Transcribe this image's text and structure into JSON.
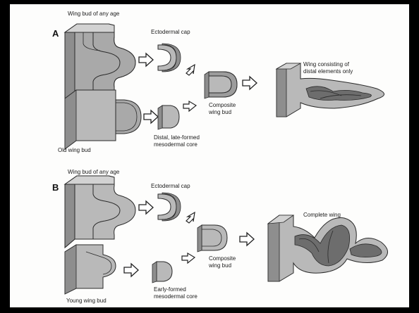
{
  "colors": {
    "tissue": "#b9b9b9",
    "tissue_dark": "#8e8e8e",
    "outline": "#2a2a2a",
    "background": "#fdfdfc",
    "frame": "#000000",
    "cartilage": "#6d6d6d"
  },
  "panel_a": {
    "letter": "A",
    "top_left_label": "Wing bud of any age",
    "cap_label": "Ectodermal cap",
    "old_bud_label": "Old wing bud",
    "core_label_1": "Distal, late-formed",
    "core_label_2": "mesodermal core",
    "composite_label_1": "Composite",
    "composite_label_2": "wing bud",
    "result_label_1": "Wing consisting of",
    "result_label_2": "distal elements only"
  },
  "panel_b": {
    "letter": "B",
    "top_left_label": "Wing bud of any age",
    "cap_label": "Ectodermal cap",
    "young_bud_label": "Young wing bud",
    "core_label_1": "Early-formed",
    "core_label_2": "mesodermal core",
    "composite_label_1": "Composite",
    "composite_label_2": "wing bud",
    "result_label": "Complete wing"
  },
  "icons": [
    "arrow-right-icon",
    "arrow-diagonal-icon"
  ]
}
